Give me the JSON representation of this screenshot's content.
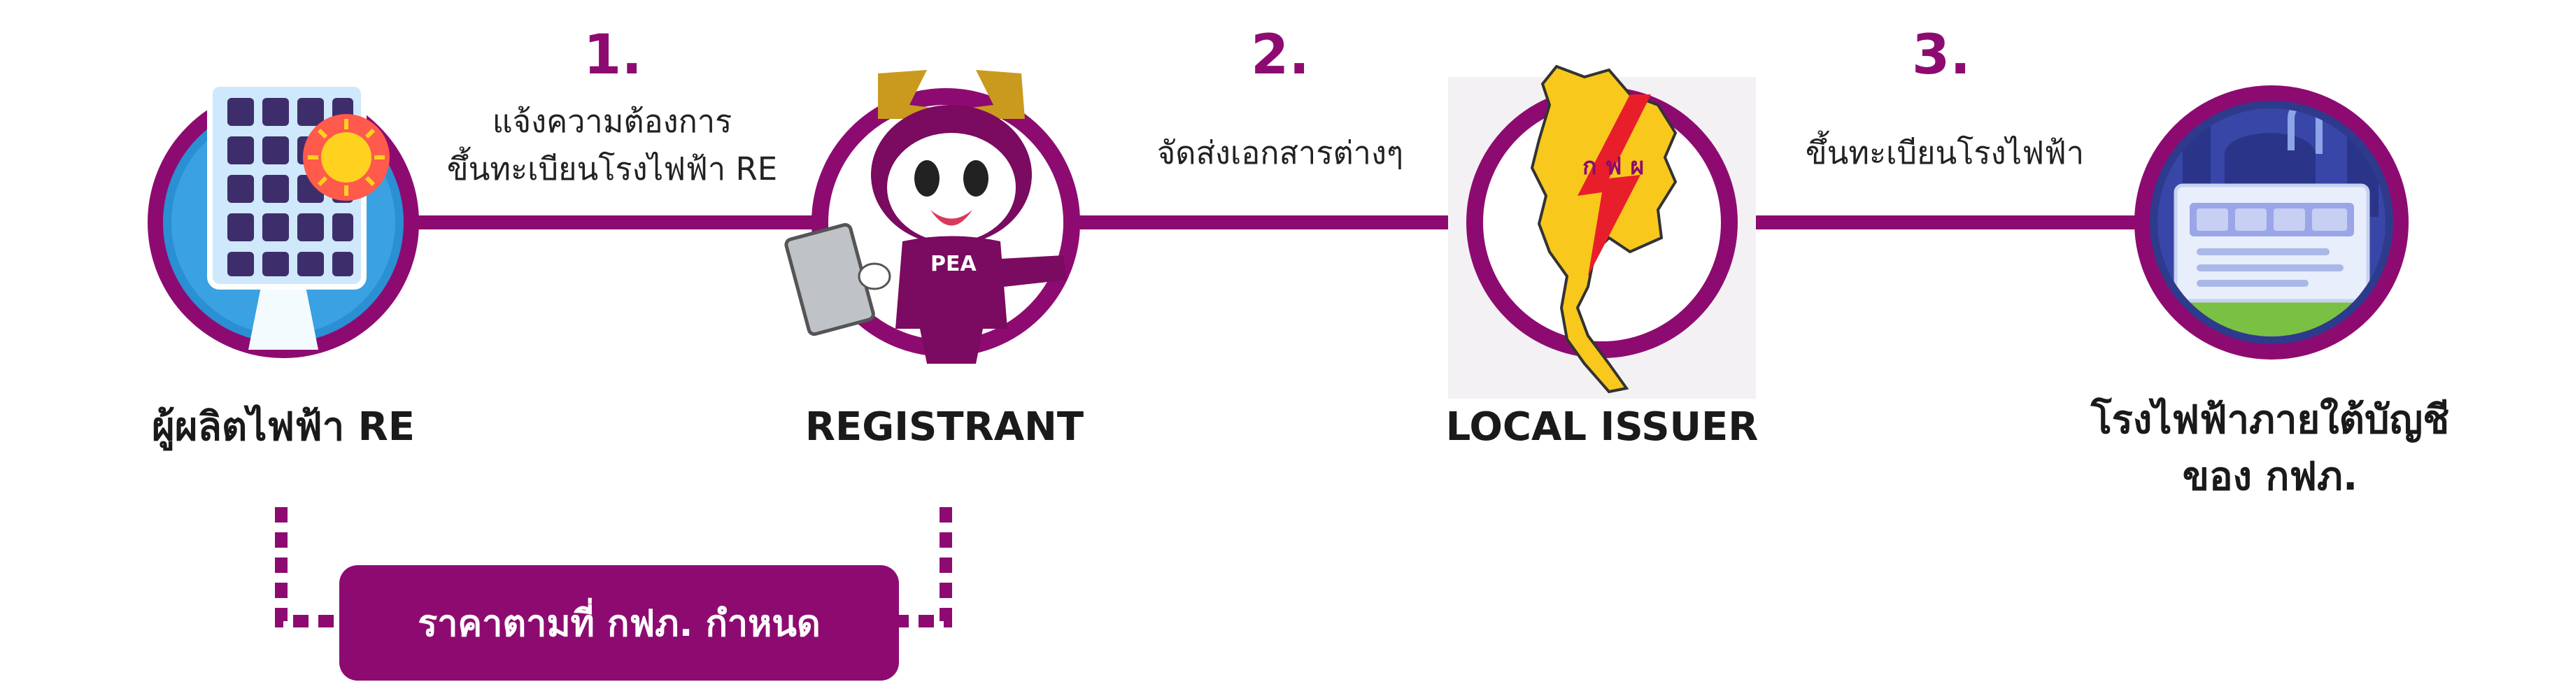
{
  "steps": [
    {
      "number": "1.",
      "line1": "แจ้งความต้องการ",
      "line2": "ขึ้นทะเบียนโรงไฟฟ้า RE"
    },
    {
      "number": "2.",
      "line1": "จัดส่งเอกสารต่างๆ"
    },
    {
      "number": "3.",
      "line1": "ขึ้นทะเบียนโรงไฟฟ้า"
    }
  ],
  "nodes": [
    {
      "label": "ผู้ผลิตไฟฟ้า RE",
      "icon": "solar-panel-icon"
    },
    {
      "label": "REGISTRANT",
      "icon": "pea-mascot-icon",
      "badge": "PEA"
    },
    {
      "label": "LOCAL ISSUER",
      "icon": "thailand-map-icon",
      "badge": "ก ฟ ผ"
    },
    {
      "label_line1": "โรงไฟฟ้าภายใต้บัญชี",
      "label_line2": "ของ กฟภ.",
      "icon": "power-plant-icon"
    }
  ],
  "price_box": {
    "label": "ราคาตามที่ กฟภ. กำหนด"
  },
  "colors": {
    "accent": "#8d0b71",
    "text": "#1a1a1a",
    "white": "#ffffff"
  }
}
